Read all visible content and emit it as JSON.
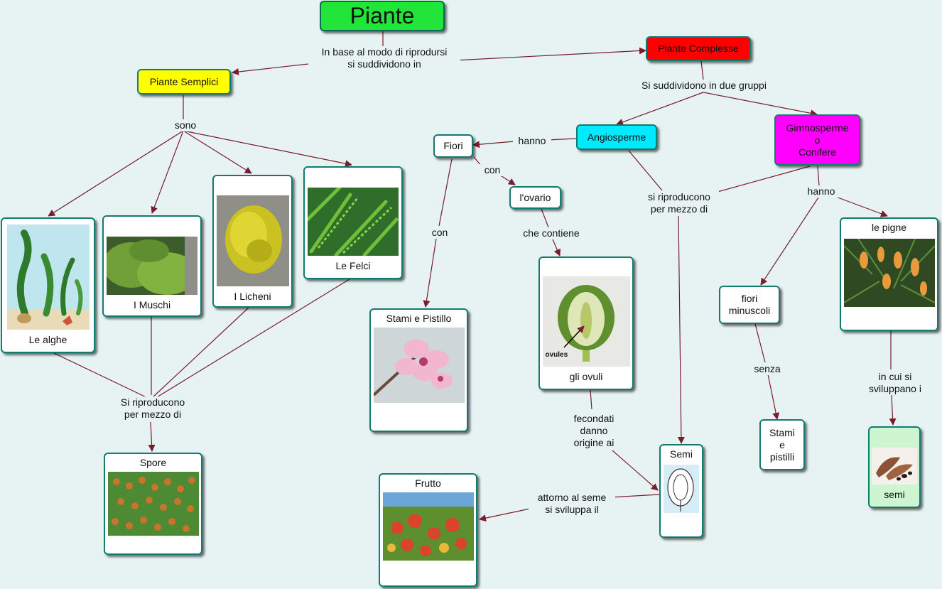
{
  "colors": {
    "background": "#e6f3f2",
    "border": "#137a72",
    "arrow": "#7a1c2c",
    "piante": "#22e53a",
    "semplici": "#ffff00",
    "complesse": "#ff0000",
    "angiosperme": "#00eaff",
    "gimnosperme": "#ff00ff",
    "semi_gimnosperme": "#ccf5d0"
  },
  "nodes": {
    "piante": "Piante",
    "semplici": "Piante Semplici",
    "complesse": "Piante Complesse",
    "alghe": "Le alghe",
    "muschi": "I Muschi",
    "licheni": "I Licheni",
    "felci": "Le Felci",
    "spore": "Spore",
    "angiosperme": "Angiosperme",
    "gimnosperme": "Gimnosperme\no\nConifere",
    "fiori": "Fiori",
    "ovario": "l'ovario",
    "ovuli": "gli ovuli",
    "ovules_caption": "ovules",
    "stami_pistillo": "Stami e Pistillo",
    "frutto": "Frutto",
    "semi": "Semi",
    "fiori_minuscoli": "fiori\nminuscoli",
    "pigne": "le pigne",
    "stami_pistilli": "Stami\ne\npistilli",
    "semi_gimnosperme": "semi"
  },
  "links": {
    "base_modo": "In base al modo di riprodursi\nsi suddividono in",
    "sono": "sono",
    "riproducono_semplici": "Si riproducono\nper mezzo di",
    "due_gruppi": "Si suddividono in due gruppi",
    "hanno_angio": "hanno",
    "con_ovario": "con",
    "con_stami": "con",
    "che_contiene": "che contiene",
    "riproducono_angio": "si riproducono\nper mezzo di",
    "fecondati": "fecondati\ndanno\norigine ai",
    "attorno": "attorno al seme\nsi sviluppa il",
    "hanno_gimno": "hanno",
    "senza": "senza",
    "in_cui": "in cui si\nsviluppano i"
  }
}
